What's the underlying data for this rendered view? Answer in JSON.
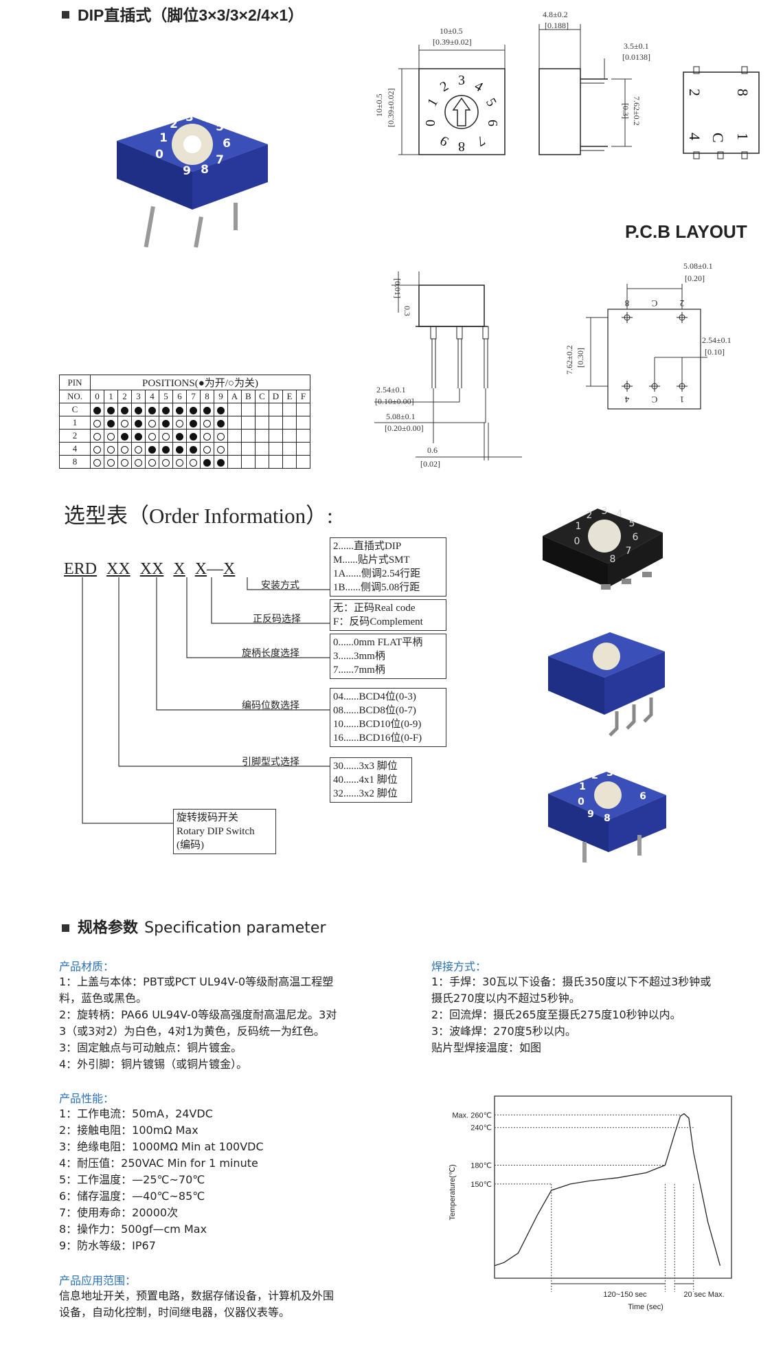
{
  "header": {
    "title": "DIP直插式（脚位3×3/3×2/4×1）"
  },
  "pcb_title": "P.C.B  LAYOUT",
  "dims": {
    "front_w": "10±0.5",
    "front_w_in": "[0.39±0.02]",
    "front_h": "10±0.5",
    "front_h_in": "[0.39±0.02]",
    "side_w": "4.8±0.2",
    "side_w_in": "[0.188]",
    "side_pin": "3.5±0.1",
    "side_pin_in": "[0.0138]",
    "side_h": "7.62±0.2",
    "side_h_in": "[0.3]",
    "pcb_top": "5.08±0.1",
    "pcb_top_in": "[0.20]",
    "pcb_left": "7.62±0.2",
    "pcb_left_in": "[0.30]",
    "pcb_right": "2.54±0.1",
    "pcb_right_in": "[0.10]",
    "bot_h": "0.3",
    "bot_h_in": "[0.01]",
    "bot_a": "2.54±0.1",
    "bot_a_in": "[0.10±0.00]",
    "bot_b": "5.08±0.1",
    "bot_b_in": "[0.20±0.00]",
    "bot_c": "0.6",
    "bot_c_in": "[0.02]"
  },
  "dial_numbers": [
    "0",
    "1",
    "2",
    "3",
    "4",
    "5",
    "6",
    "7",
    "8",
    "9"
  ],
  "back_pins": [
    "2",
    "8",
    "4",
    "C",
    "1"
  ],
  "pcb_pins": [
    "8",
    "C",
    "2",
    "4",
    "C",
    "1"
  ],
  "positions_table": {
    "header_pin": "PIN",
    "header_no": "NO.",
    "header_positions": "POSITIONS(●为开/○为关)",
    "columns": [
      "0",
      "1",
      "2",
      "3",
      "4",
      "5",
      "6",
      "7",
      "8",
      "9",
      "A",
      "B",
      "C",
      "D",
      "E",
      "F"
    ],
    "rows": [
      {
        "pin": "C",
        "values": [
          1,
          1,
          1,
          1,
          1,
          1,
          1,
          1,
          1,
          1,
          0,
          0,
          0,
          0,
          0,
          0
        ]
      },
      {
        "pin": "1",
        "values": [
          0,
          1,
          0,
          1,
          0,
          1,
          0,
          1,
          0,
          1,
          0,
          0,
          0,
          0,
          0,
          0
        ]
      },
      {
        "pin": "2",
        "values": [
          0,
          0,
          1,
          1,
          0,
          0,
          1,
          1,
          0,
          0,
          0,
          0,
          0,
          0,
          0,
          0
        ]
      },
      {
        "pin": "4",
        "values": [
          0,
          0,
          0,
          0,
          1,
          1,
          1,
          1,
          0,
          0,
          0,
          0,
          0,
          0,
          0,
          0
        ]
      },
      {
        "pin": "8",
        "values": [
          0,
          0,
          0,
          0,
          0,
          0,
          0,
          0,
          1,
          1,
          0,
          0,
          0,
          0,
          0,
          0
        ]
      }
    ]
  },
  "order": {
    "title": "选型表（Order Information）:",
    "code": [
      "ERD",
      "XX",
      "XX",
      "X",
      "X",
      "X"
    ],
    "groups": [
      {
        "label": "安装方式",
        "items": [
          "2......直插式DIP",
          "M......贴片式SMT",
          "1A......侧调2.54行距",
          "1B......侧调5.08行距"
        ]
      },
      {
        "label": "正反码选择",
        "items": [
          "无：正码Real code",
          "F：反码Complement"
        ]
      },
      {
        "label": "旋柄长度选择",
        "items": [
          "0......0mm FLAT平柄",
          "3......3mm柄",
          "7......7mm柄"
        ]
      },
      {
        "label": "编码位数选择",
        "items": [
          "04......BCD4位(0-3)",
          "08......BCD8位(0-7)",
          "10......BCD10位(0-9)",
          "16......BCD16位(0-F)"
        ]
      },
      {
        "label": "引脚型式选择",
        "items": [
          "30......3x3 脚位",
          "40......4x1 脚位",
          "32......3x2 脚位"
        ]
      }
    ],
    "product_box": [
      "旋转拨码开关",
      "Rotary DIP Switch",
      "(编码)"
    ]
  },
  "spec": {
    "title_cn": "规格参数",
    "title_en": "Specification parameter",
    "material_head": "产品材质：",
    "material_lines": [
      "1：上盖与本体：PBT或PCT  UL94V-0等级耐高温工程塑",
      "料，蓝色或黑色。",
      "2：旋转柄：PA66  UL94V-0等级高强度耐高温尼龙。3对",
      "3（或3对2）为白色，4对1为黄色，反码统一为红色。",
      "3：固定触点与可动触点：铜片镀金。",
      "4：外引脚：铜片镀锡（或铜片镀金）。"
    ],
    "perf_head": "产品性能：",
    "perf_lines": [
      "1：工作电流：50mA，24VDC",
      "2：接触电阻：100mΩ Max",
      "3：绝缘电阻：1000MΩ Min at 100VDC",
      "4：耐压值：250VAC Min for 1 minute",
      "5：工作温度：—25℃~70℃",
      "6：储存温度：—40℃~85℃",
      "7：使用寿命：20000次",
      "8：操作力：500gf—cm Max",
      "9：防水等级：IP67"
    ],
    "app_head": "产品应用范围：",
    "app_lines": [
      "信息地址开关，预置电路，数据存储设备，计算机及外围",
      "设备，自动化控制，时间继电器，仪器仪表等。"
    ],
    "solder_head": "焊接方式：",
    "solder_lines": [
      "1：手焊：30瓦以下设备：摄氏350度以下不超过3秒钟或",
      "摄氏270度以内不超过5秒钟。",
      "2：回流焊：摄氏265度至摄氏275度10秒钟以内。",
      "3：波峰焊：270度5秒以内。",
      "贴片型焊接温度：如图"
    ]
  },
  "chart_data": {
    "type": "line",
    "title": "",
    "xlabel": "Time (sec)",
    "ylabel": "Temperature(℃)",
    "y_ticks": [
      {
        "value": 260,
        "label": "Max. 260℃"
      },
      {
        "value": 240,
        "label": "240℃"
      },
      {
        "value": 180,
        "label": "180℃"
      },
      {
        "value": 150,
        "label": "150℃"
      }
    ],
    "annotations": [
      "120~150 sec",
      "20 sec Max."
    ],
    "curve": {
      "x": [
        0,
        10,
        25,
        45,
        60,
        80,
        100,
        130,
        160,
        180,
        190,
        196,
        200,
        205,
        210,
        225,
        238
      ],
      "y": [
        20,
        25,
        40,
        100,
        140,
        150,
        155,
        160,
        168,
        180,
        230,
        258,
        262,
        255,
        200,
        90,
        20
      ]
    },
    "grid": false
  }
}
